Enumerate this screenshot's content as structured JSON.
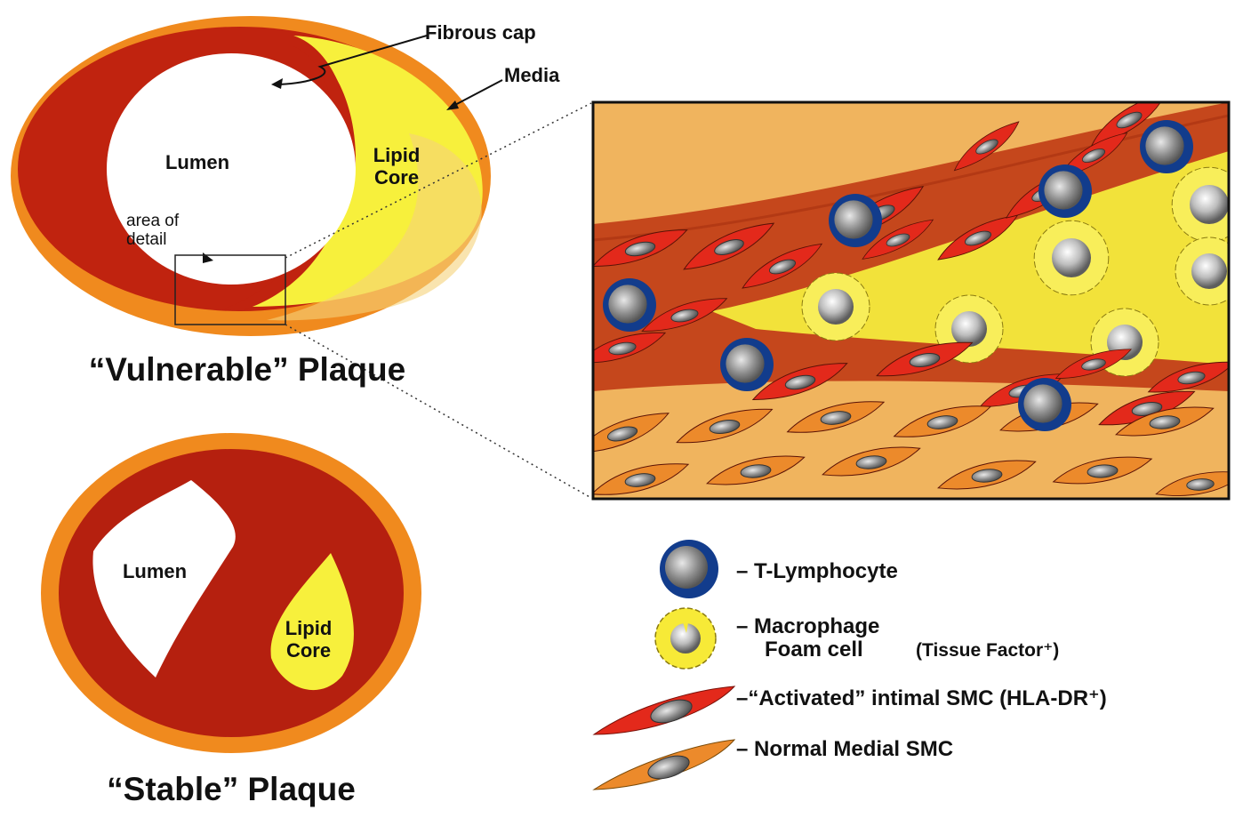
{
  "vulnerable": {
    "title": "“Vulnerable” Plaque",
    "lumen": "Lumen",
    "lipid_line1": "Lipid",
    "lipid_line2": "Core",
    "fibrous_cap": "Fibrous cap",
    "media": "Media",
    "detail_line1": "area of",
    "detail_line2": "detail"
  },
  "stable": {
    "title": "“Stable” Plaque",
    "lumen": "Lumen",
    "lipid_line1": "Lipid",
    "lipid_line2": "Core"
  },
  "legend": {
    "t_lymphocyte": "– T-Lymphocyte",
    "macrophage_line1": "– Macrophage",
    "macrophage_line2": "Foam cell",
    "tissue_factor": "(Tissue Factor⁺)",
    "activated_smc": "–“Activated” intimal SMC (HLA-DR⁺)",
    "normal_smc": "– Normal Medial SMC"
  },
  "colors": {
    "media_orange": "#f08a1e",
    "intima_red": "#c0230f",
    "lipid_yellow": "#f7f03c",
    "t_cell_blue": "#123c8c",
    "activated_smc_red": "#e3291b",
    "normal_smc_orange": "#ec8a2b"
  }
}
